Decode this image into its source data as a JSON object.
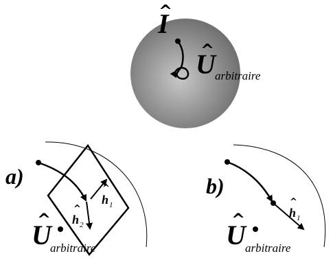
{
  "top": {
    "identity_symbol": "I",
    "unitary_symbol": "U",
    "unitary_subscript": "arbitraire"
  },
  "panel_a": {
    "label": "a)",
    "unitary_symbol": "U",
    "unitary_subscript": "arbitraire",
    "h1_symbol": "h",
    "h1_index": "1",
    "h2_symbol": "h",
    "h2_index": "2"
  },
  "panel_b": {
    "label": "b)",
    "unitary_symbol": "U",
    "unitary_subscript": "arbitraire",
    "h1_symbol": "h",
    "h1_index": "1"
  },
  "colors": {
    "sphere_highlight": "#c8c8c8",
    "sphere_shadow": "#6a6a6a",
    "ink": "#000000"
  }
}
